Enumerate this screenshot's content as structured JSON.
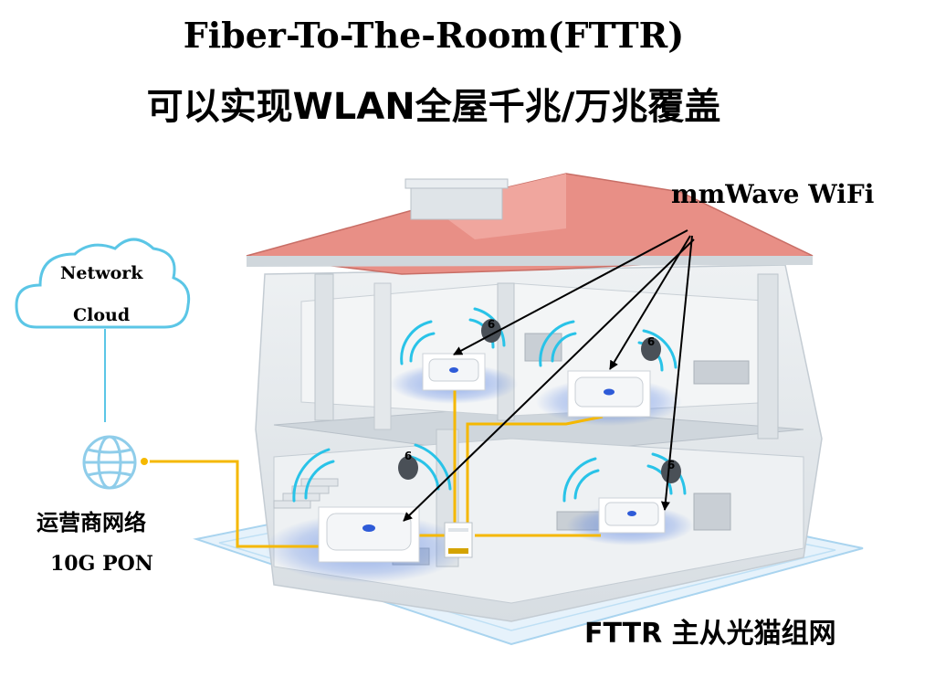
{
  "title": "Fiber-To-The-Room(FTTR)",
  "subtitle": "可以实现WLAN全屋千兆/万兆覆盖",
  "mmwave_label": "mmWave WiFi",
  "cloud": {
    "line1": "Network",
    "line2": "Cloud"
  },
  "operator_label": "运营商网络",
  "pon_label": "10G PON",
  "bottom_label": "FTTR 主从光猫组网",
  "wifi6_badge": "6",
  "colors": {
    "fiber": "#f5b800",
    "roof": "#e88f86",
    "wifi_arc": "#29c3e8",
    "floor_glow": "#3d6fe0",
    "cloud_stroke": "#5bc6e6"
  }
}
